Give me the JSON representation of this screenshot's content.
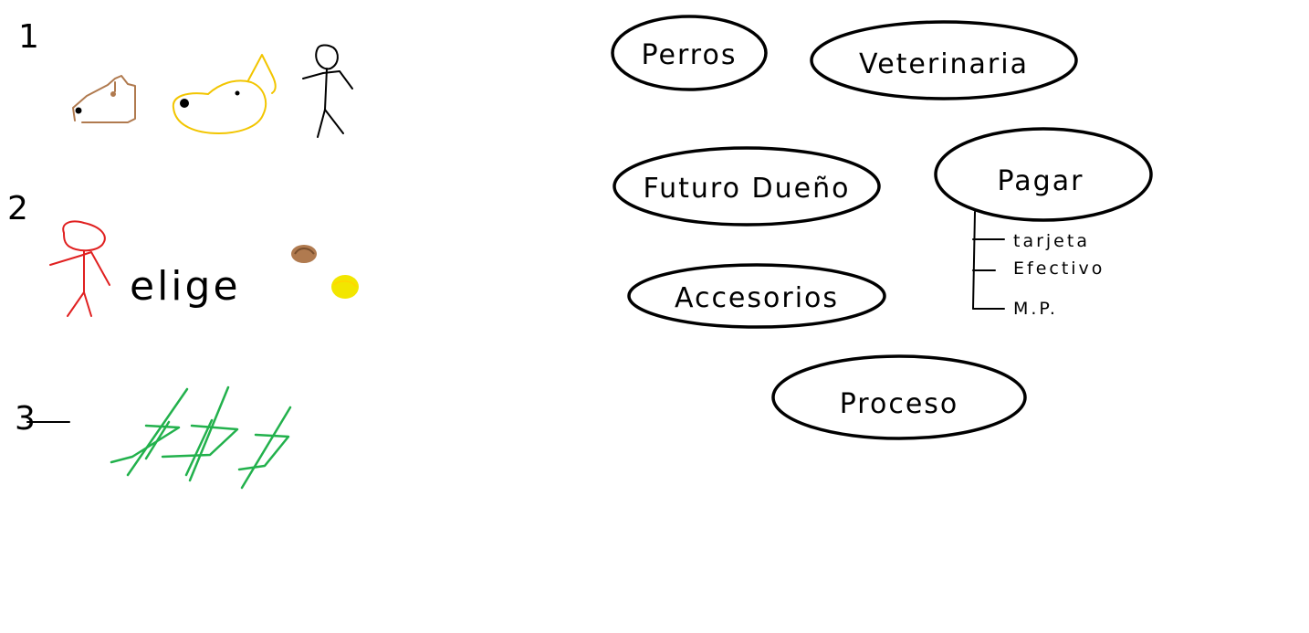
{
  "colors": {
    "ink": "#000000",
    "brown_dog": "#b07a4f",
    "yellow_dog": "#f2c500",
    "red_person": "#e02020",
    "green_money": "#22b14c",
    "background": "#ffffff"
  },
  "steps": [
    {
      "number": "1",
      "icons": [
        "brown-dog-head-icon",
        "yellow-dog-head-icon",
        "stick-person-icon"
      ]
    },
    {
      "number": "2",
      "label": "elige",
      "icons": [
        "red-stick-person-icon",
        "brown-dot-icon",
        "yellow-dot-icon"
      ]
    },
    {
      "number": "3",
      "icons": [
        "dollar-sign-icon",
        "dollar-sign-icon",
        "dollar-sign-icon"
      ]
    }
  ],
  "concepts": {
    "perros": "Perros",
    "veterinaria": "Veterinaria",
    "futuro_dueno": "Futuro Dueño",
    "pagar": "Pagar",
    "accesorios": "Accesorios",
    "proceso": "Proceso"
  },
  "payment_options": [
    "tarjeta",
    "Efectivo",
    "M.P."
  ]
}
